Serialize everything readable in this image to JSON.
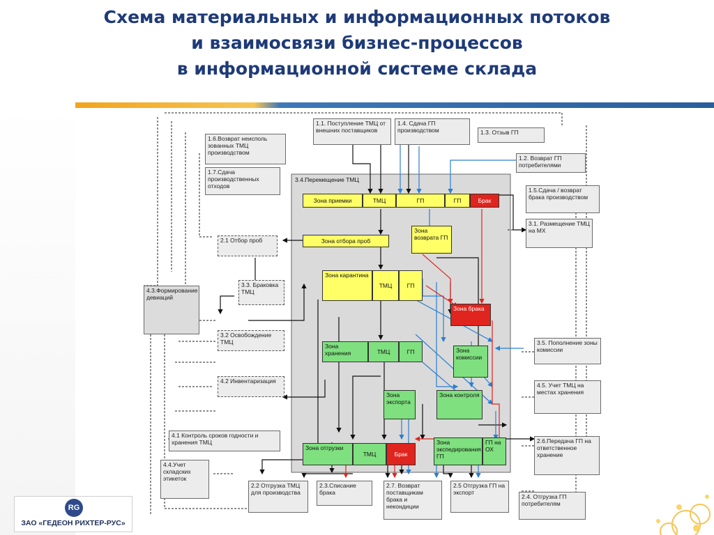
{
  "title": {
    "line1": "Схема материальных и информационных потоков",
    "line2": "и взаимосвязи бизнес-процессов",
    "line3": "в информационной системе склада"
  },
  "company": {
    "name": "ЗАО «ГЕДЕОН РИХТЕР-РУС»",
    "logo_letters": "RG"
  },
  "colors": {
    "title": "#1e3a78",
    "zone_yellow": "#ffff66",
    "zone_green": "#7fe07f",
    "zone_red": "#e0241e",
    "arrow_blue": "#2a7fd0",
    "arrow_red": "#e0241e"
  },
  "processes": {
    "p11": "1.1. Поступление ТМЦ от внешних поставщиков",
    "p14": "1.4. Сдача ГП производством",
    "p13": "1.3. Отзыв ГП",
    "p16": "1.6.Возврат неисполь зованных ТМЦ производством",
    "p12": "1.2. Возврат ГП потребителями",
    "p17": "1.7.Сдача производственных отходов",
    "p15": "1.5.Сдача / возврат брака производством",
    "p31": "3.1. Размещение ТМЦ на МХ",
    "p21": "2.1 Отбор проб",
    "p33": "3.3. Браковка ТМЦ",
    "p43": "4.3.Формирование девиаций",
    "p32": "3.2 Освобождение ТМЦ",
    "p35": "3.5. Пополнение зоны комиссии",
    "p42": "4.2 Инвентаризация",
    "p45": "4.5. Учет ТМЦ на местах хранения",
    "p41": "4.1 Контроль сроков годности и хранения ТМЦ",
    "p26": "2.6.Передача ГП на ответственное хранение",
    "p44": "4.4.Учет складских этикеток",
    "p22": "2.2 Отгрузка ТМЦ для производства",
    "p23": "2.3.Списание брака",
    "p27": "2.7. Возврат поставщикам брака и некондиции",
    "p25": "2.5 Отгрузка ГП на экспорт",
    "p24": "2.4. Отгрузка ГП потребителям"
  },
  "container_label": "3.4.Перемещение ТМЦ",
  "zones": {
    "priemki": "Зона приемки",
    "tmc": "ТМЦ",
    "gp": "ГП",
    "brak": "Брак",
    "otbor": "Зона отбора проб",
    "vozvrata": "Зона возврата ГП",
    "karantin": "Зона карантина",
    "braka": "Зона брака",
    "hranenia": "Зона хранения",
    "komissii": "Зона комиссии",
    "eksporta": "Зона экспорта",
    "kontrolya": "Зона контроля",
    "otgruzki": "Зона отгрузки",
    "ekspedir": "Зона экспедирования ГП",
    "gp_oh": "ГП на ОХ"
  }
}
